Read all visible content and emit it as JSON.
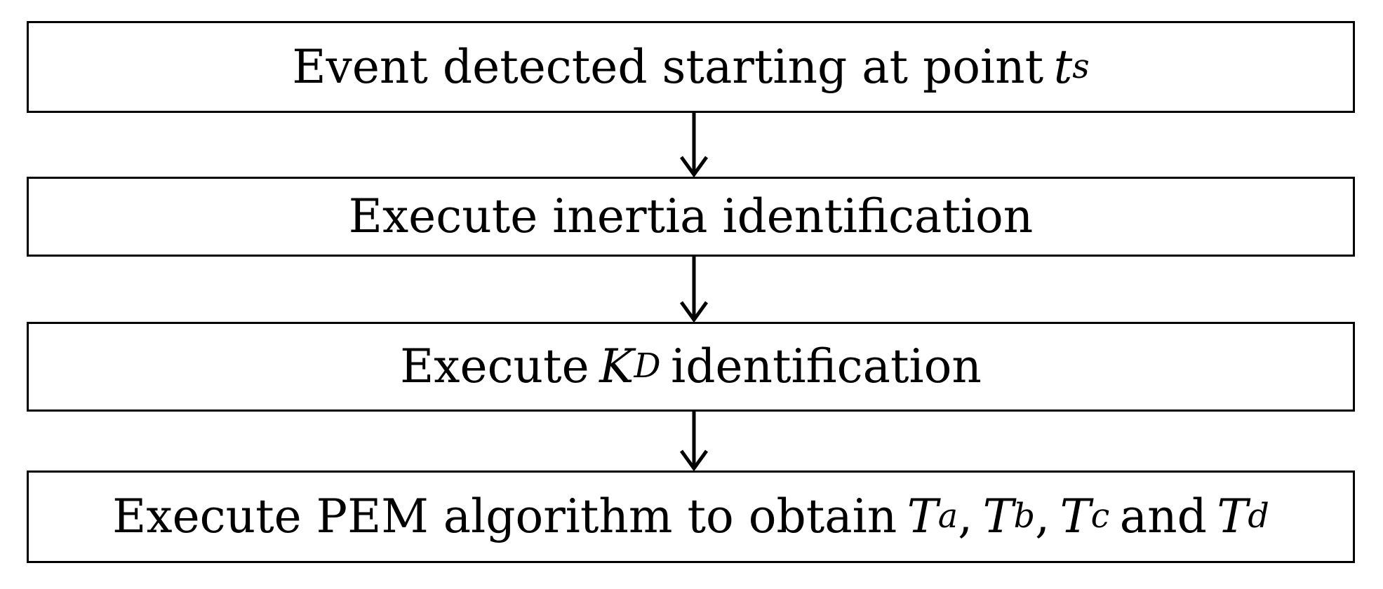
{
  "flow": {
    "steps": [
      {
        "text": "Event detected starting at point",
        "var": "t",
        "sub": "s"
      },
      {
        "text": "Execute inertia identification"
      },
      {
        "prefix": "Execute",
        "var": "K",
        "sub": "D",
        "suffix": "identification"
      },
      {
        "prefix": "Execute PEM algorithm to obtain",
        "t_vars": [
          {
            "var": "T",
            "sub": "a",
            "sep": ","
          },
          {
            "var": "T",
            "sub": "b",
            "sep": ","
          },
          {
            "var": "T",
            "sub": "c",
            "sep": "and"
          },
          {
            "var": "T",
            "sub": "d",
            "sep": ""
          }
        ]
      }
    ]
  }
}
